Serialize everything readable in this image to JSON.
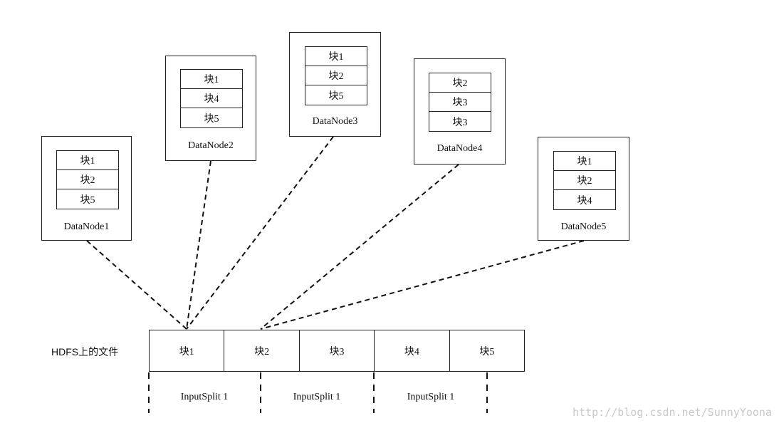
{
  "nodes": [
    {
      "label": "DataNode1",
      "blocks": [
        "块1",
        "块2",
        "块5"
      ]
    },
    {
      "label": "DataNode2",
      "blocks": [
        "块1",
        "块4",
        "块5"
      ]
    },
    {
      "label": "DataNode3",
      "blocks": [
        "块1",
        "块2",
        "块5"
      ]
    },
    {
      "label": "DataNode4",
      "blocks": [
        "块2",
        "块3",
        "块3"
      ]
    },
    {
      "label": "DataNode5",
      "blocks": [
        "块1",
        "块2",
        "块4"
      ]
    }
  ],
  "file": {
    "label": "HDFS上的文件",
    "blocks": [
      "块1",
      "块2",
      "块3",
      "块4",
      "块5"
    ]
  },
  "splits": [
    "InputSplit 1",
    "InputSplit 1",
    "InputSplit 1"
  ],
  "watermark": "http://blog.csdn.net/SunnyYoona"
}
